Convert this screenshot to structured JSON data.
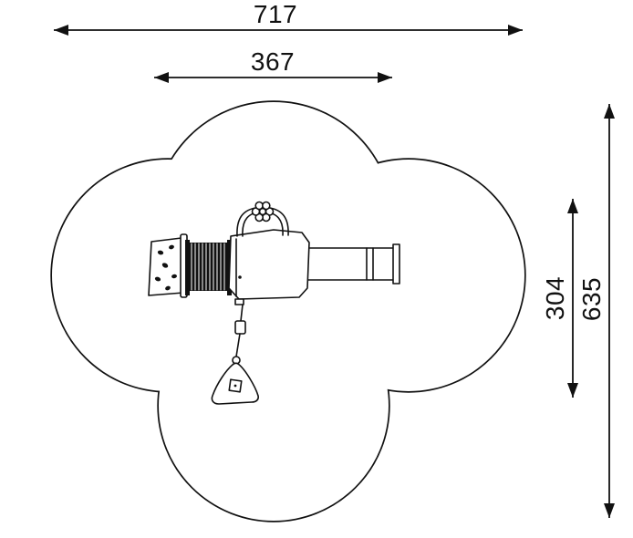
{
  "dimensions": {
    "total_width": "717",
    "platform_width": "367",
    "inner_height": "304",
    "total_height": "635"
  },
  "colors": {
    "line": "#111111",
    "background": "#ffffff",
    "tunnel": "#111111"
  }
}
